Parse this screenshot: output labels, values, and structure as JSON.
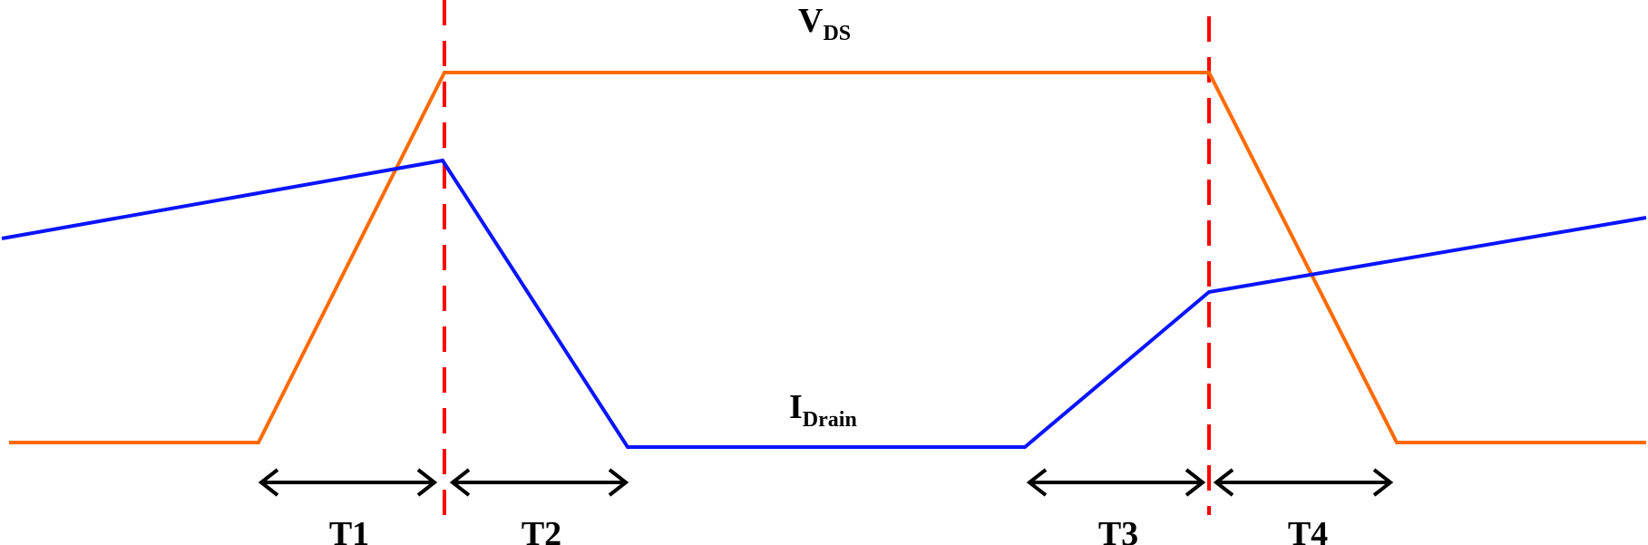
{
  "labels": {
    "vds_main": "V",
    "vds_sub": "DS",
    "idrain_main": "I",
    "idrain_sub": "Drain"
  },
  "intervals": [
    {
      "name": "T1"
    },
    {
      "name": "T2"
    },
    {
      "name": "T3"
    },
    {
      "name": "T4"
    }
  ],
  "colors": {
    "vds": "#ff6a00",
    "idrain": "#0a14ff",
    "marker": "#ff0000",
    "arrow": "#000000"
  }
}
